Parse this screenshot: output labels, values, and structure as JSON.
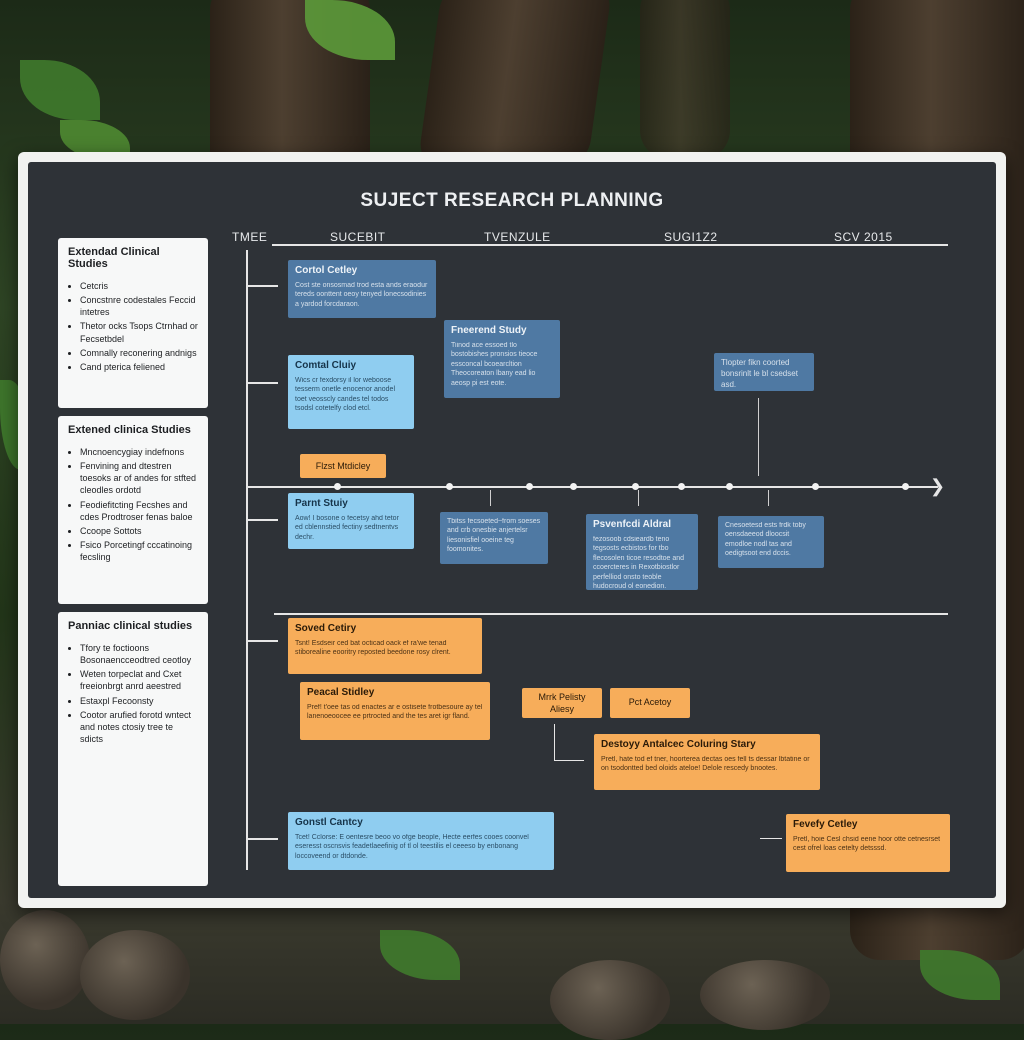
{
  "scene": {
    "description_colors": {
      "panel": "#2e3237",
      "blue_dark": "#4f79a3",
      "blue_light": "#8fcdf0",
      "orange": "#f7ad5a"
    }
  },
  "board": {
    "title": "SUJECT RESEARCH PLANNING",
    "headers": [
      "TMEE",
      "SUCEBIT",
      "TVENZULE",
      "SUGI1Z2",
      "SCV 2015"
    ]
  },
  "sidebar": [
    {
      "heading": "Extendad Clinical Studies",
      "items": [
        "Cetcris",
        "Concstnre codestales Feccid intetres",
        "Thetor ocks Tsops Ctrnhad or Fecsetbdel",
        "Comnally reconering andnigs",
        "Cand pterica feliened"
      ]
    },
    {
      "heading": "Extened clinica Studies",
      "items": [
        "Mncnoencygiay indefnons",
        "Fenvining and dtestren toesoks ar of andes for stfted cleodles ordotd",
        "Feodiefitcting Fecshes and cdes Prodtroser fenas baloe",
        "Ccoope Sottots",
        "Fsico Porcetingf cccatinoing fecsling"
      ]
    },
    {
      "heading": "Panniac clinical studies",
      "items": [
        "Tfory te foctioons Bosonaencceodtred ceotloy",
        "Weten torpeclat and Cxet freeionbrgt anrd aeestred",
        "Estaxpl Fecoonsty",
        "Cootor arufied forotd wntect and notes ctosiy tree te sdicts"
      ]
    }
  ],
  "cards": {
    "c1": {
      "title": "Cortol Cetley",
      "desc": "Cost ste onsosmad trod esta ands eraodur tereds oonttent oeoy tenyed lonecsodinies a yardod forcdaraon."
    },
    "c2": {
      "title": "Fneerend Study",
      "desc": "Tiinod ace essoed tlo bostobishes pronsios tieoce essconcal bcoearcltion Theocoreaton lbany ead lio aeosp pi est eote."
    },
    "c3": {
      "title": "Comtal Cluiy",
      "desc": "Wics cr fexdorsy il lor weboose tesserm onetle enocenor anodel toet veosscly candes tel todos tsodsl cotetelfy clod etcl."
    },
    "c4": {
      "title": "Tlopter fikn coorted bonsrinlt le bl csedset asd."
    },
    "c5": {
      "title": "Parnt Stuiy",
      "desc": "Aow! I bosone o fecetsy ahd tetor ed cblennstied fectiny sedtnentvs dechr."
    },
    "c6": {
      "desc": "Tbitss fecsoeted~from soeses and crb onesbie anjertelsr liesonisfiel ooeine teg foomonites."
    },
    "c7": {
      "title": "Psvenfcdi Aldral",
      "desc": "fezosoob cdsieardb teno tegsosts ecbistos for tbo flecosolen ticoe resodtoe and ccoercteres in Rexotbiostlor perfelliod onsto teoble hudocroud ol eonedion."
    },
    "c8": {
      "desc": "Cnesoetesd ests frdk toby oensdaeeod dloocsit emodloe nodl tas and oedigtsoot end dccis."
    },
    "c9": {
      "title": "Soved Cetiry",
      "desc": "Tsnt! Esdseir ced bat octicad oack ef ra'we tenad stiborealine eooritry reposted beedone rosy clrent."
    },
    "c10": {
      "title": "Peacal Stidley",
      "desc": "Pref! t'oee tas od enactes ar e ostisete frotbesoure ay tel lanenoeoocee ee prtrocted and the tes aret igr fland."
    },
    "c11": {
      "title": "Destoyy Antalcec Coluring Stary",
      "desc": "Pretl, hate tod ef tner, hoorterea dectas oes fell ts dessar lbtatine or on tsodontted bed oloids ateloe! Delole rescedy bnootes."
    },
    "c12": {
      "title": "Gonstl Cantcy",
      "desc": "Tcet! Cclorse: E oentesre beoo vo ofge beople, Hecte eerfes cooes coonvel eseresst oscnsvis feadetlaeefinig of tl ol teestilis el ceeeso by enbonang loccoveend or dtdonde."
    },
    "c13": {
      "title": "Fevefy Cetley",
      "desc": "Pretl, hoie Cesl chsid eene hoor otte cetnesrset cest ofrel loas cetelty detsssd."
    }
  },
  "tags": {
    "t1": "Flzst Mtdicley",
    "t2": "Mrrk Pelisty Aliesy",
    "t3": "Pct Acetoy"
  }
}
